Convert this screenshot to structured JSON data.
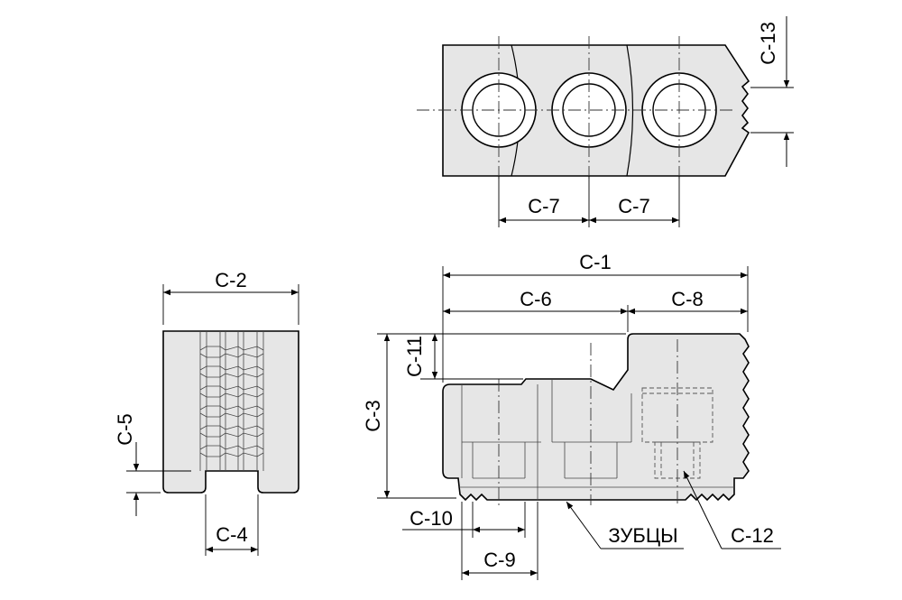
{
  "labels": {
    "c1": "C-1",
    "c2": "C-2",
    "c3": "C-3",
    "c4": "C-4",
    "c5": "C-5",
    "c6": "C-6",
    "c7a": "C-7",
    "c7b": "C-7",
    "c8": "C-8",
    "c9": "C-9",
    "c10": "C-10",
    "c11": "C-11",
    "c12": "C-12",
    "c13": "C-13",
    "teeth": "ЗУБЦЫ"
  }
}
